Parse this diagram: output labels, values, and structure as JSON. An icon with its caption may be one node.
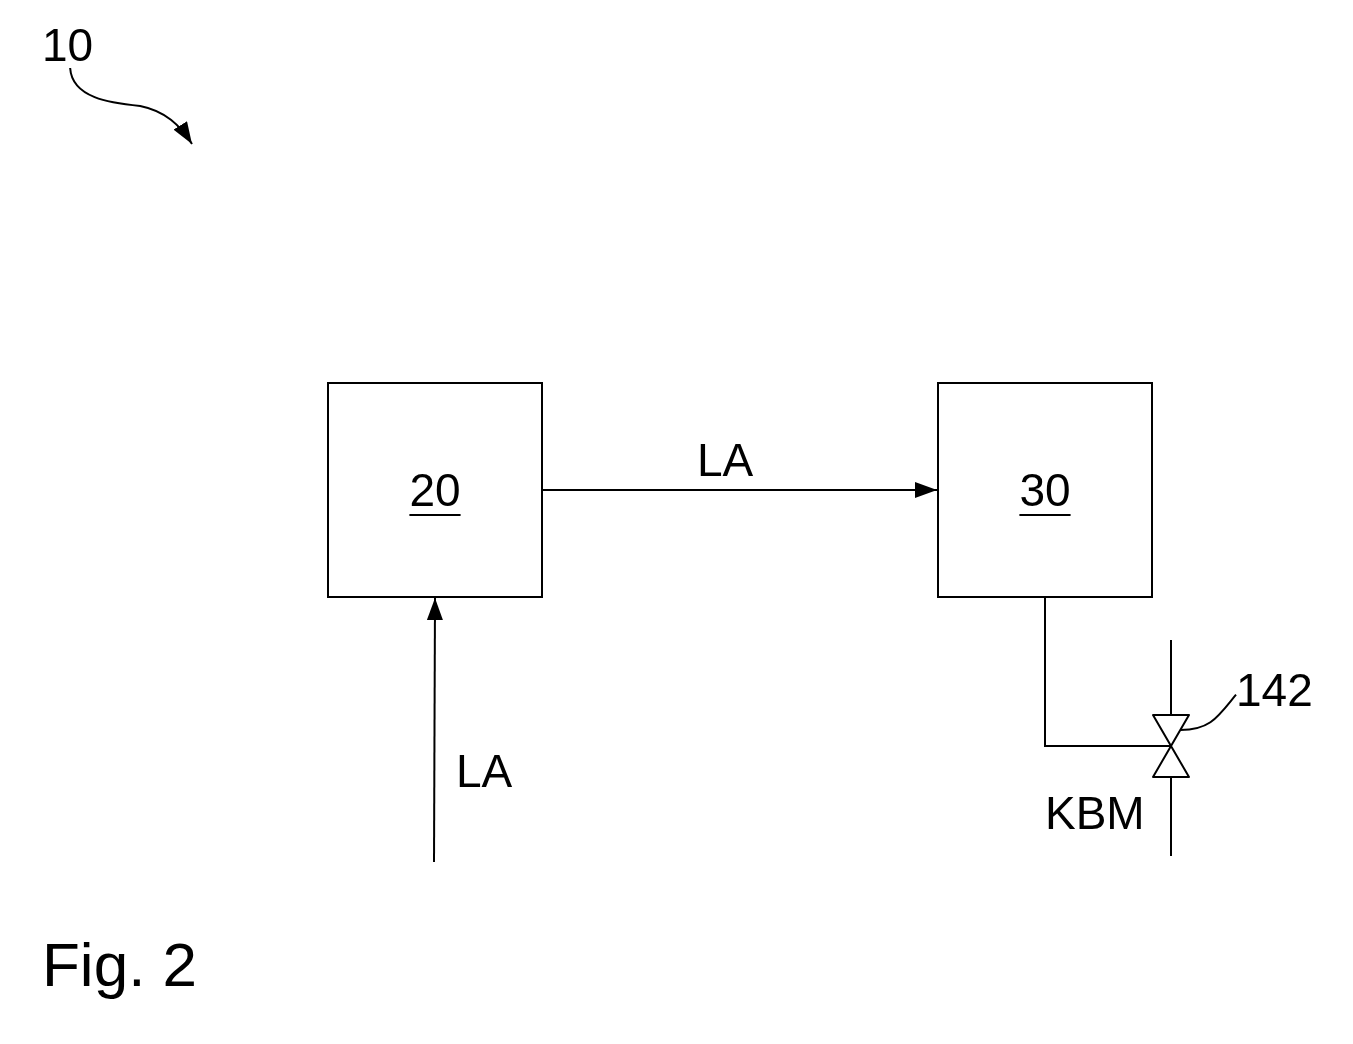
{
  "diagram": {
    "caption": "Fig. 2",
    "nodes": [
      {
        "text": [
          "10"
        ]
      },
      {
        "text": [
          "20"
        ]
      },
      {
        "text": [
          "30"
        ]
      },
      {
        "text": [],
        "shape": "valve"
      },
      {
        "text": [
          "142"
        ]
      }
    ],
    "edges": [
      {
        "from": 0,
        "to": null,
        "arrow": "to"
      },
      {
        "from": null,
        "to": 1,
        "arrow": "to",
        "label": "LA"
      },
      {
        "from": 1,
        "to": 2,
        "arrow": "to",
        "label": "LA"
      },
      {
        "from": 2,
        "to": 3,
        "arrow": "none"
      },
      {
        "from": null,
        "to": 3,
        "arrow": "none"
      },
      {
        "from": 3,
        "to": null,
        "arrow": "none",
        "label": "KBM"
      },
      {
        "from": 4,
        "to": 3,
        "arrow": "none"
      }
    ]
  }
}
